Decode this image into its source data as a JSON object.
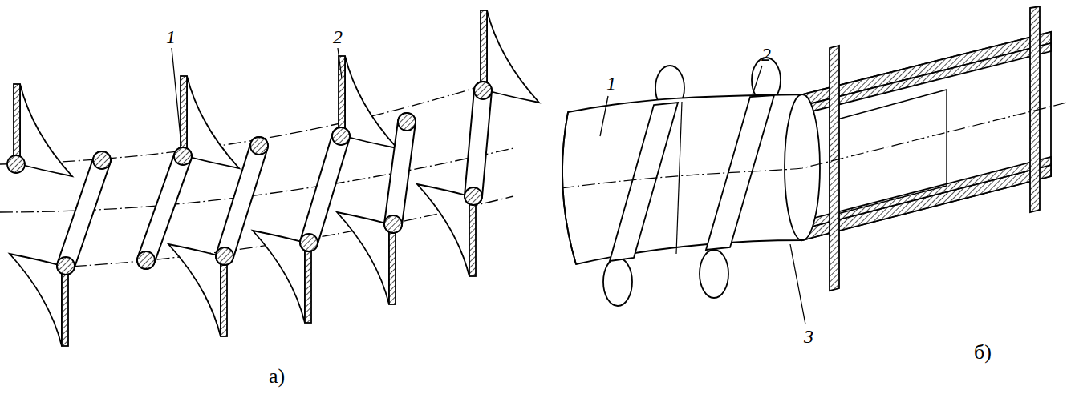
{
  "diagram": {
    "labels": [
      "1",
      "2",
      "а)",
      "1",
      "2",
      "3",
      "б)"
    ]
  }
}
